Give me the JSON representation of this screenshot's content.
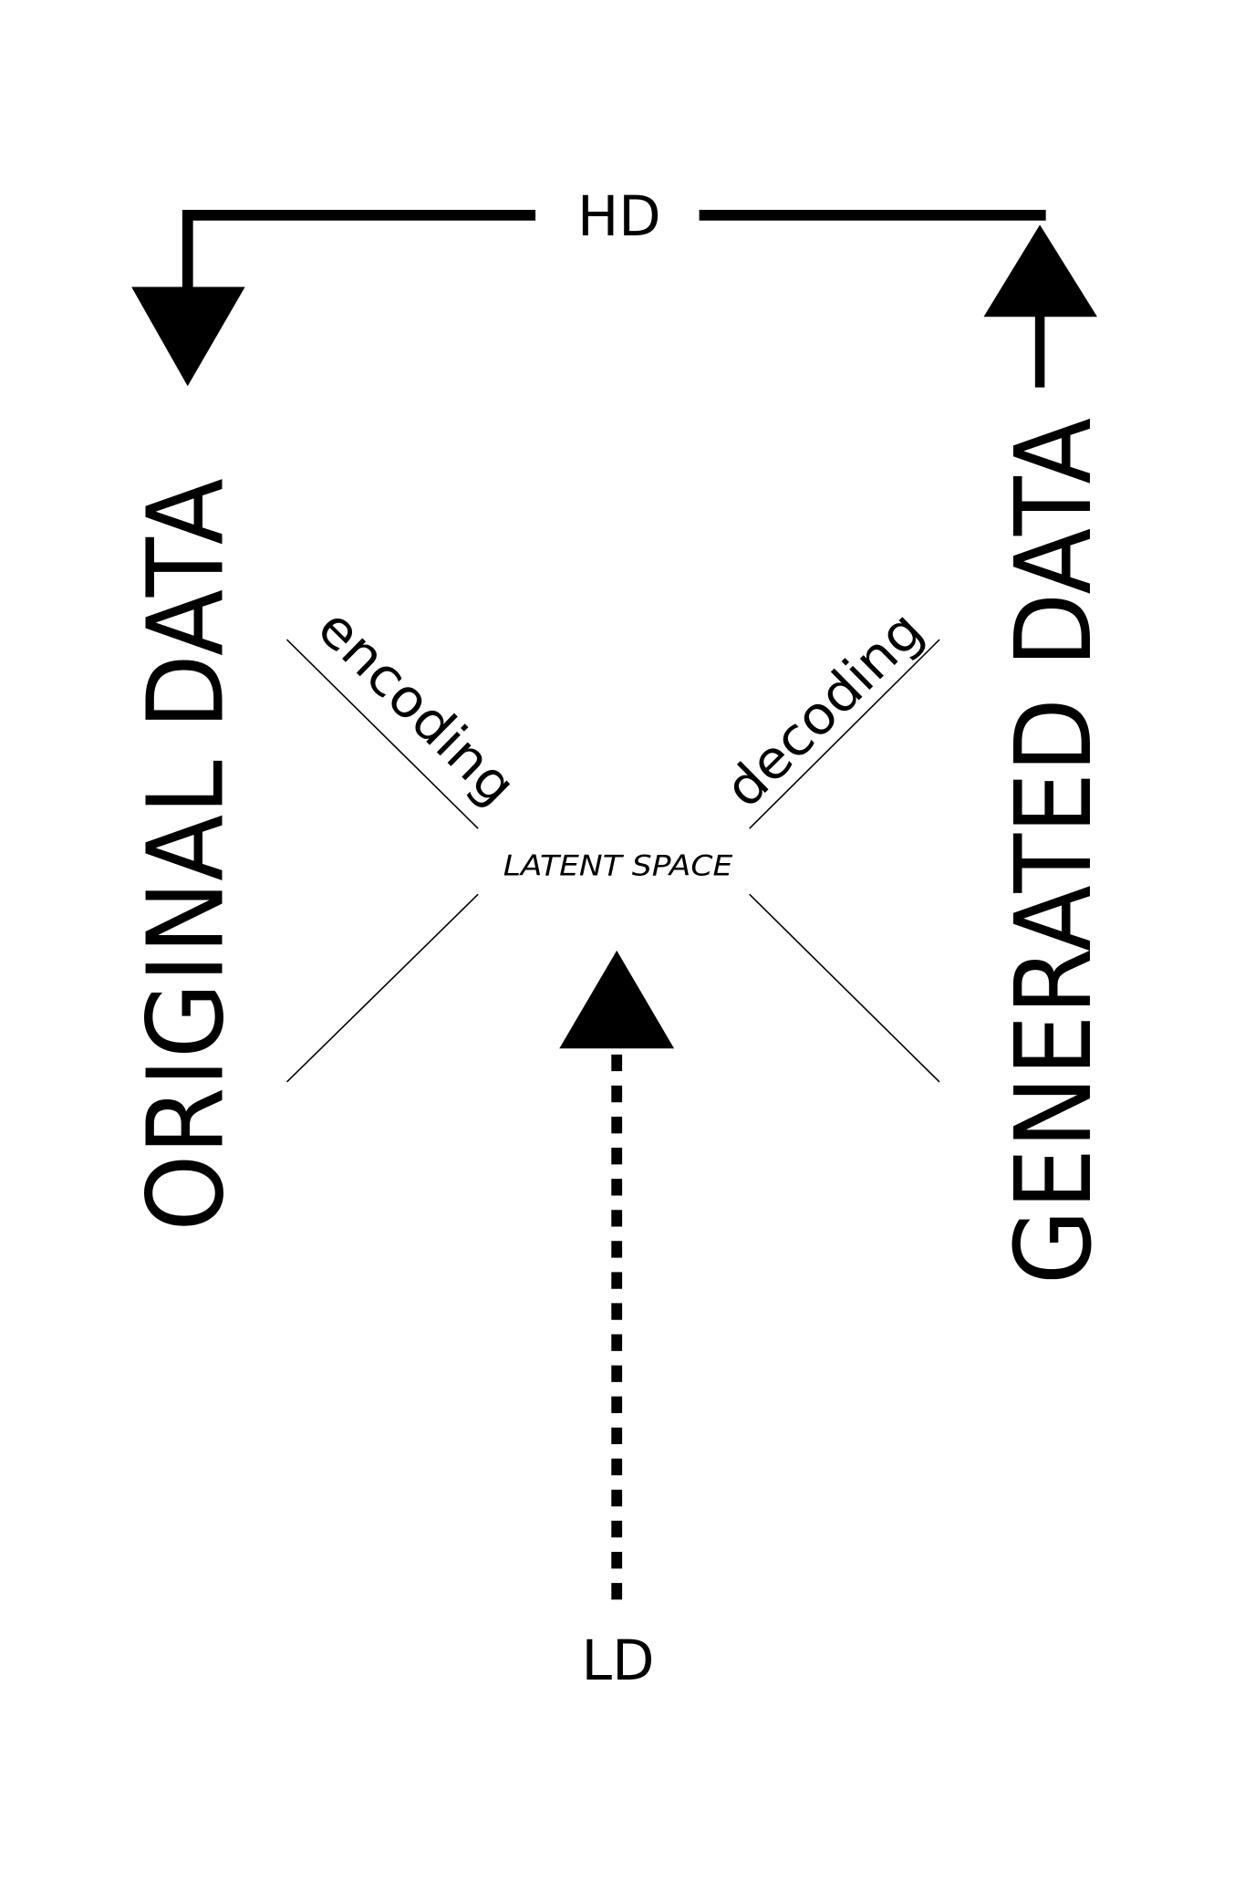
{
  "labels": {
    "hd": "HD",
    "ld": "LD",
    "original": "ORIGINAL DATA",
    "generated": "GENERATED DATA",
    "encoding": "encoding",
    "decoding": "decoding",
    "latent": "LATENT SPACE"
  },
  "colors": {
    "ink": "#000000",
    "background": "#ffffff"
  }
}
